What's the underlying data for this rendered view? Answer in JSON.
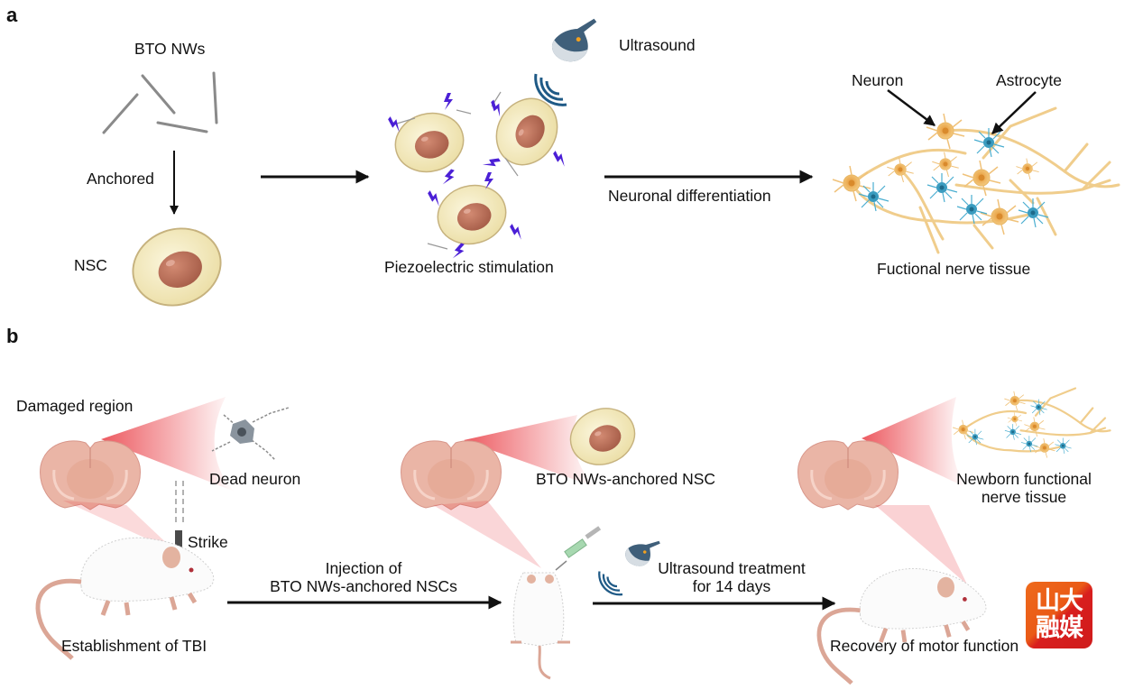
{
  "panels": {
    "a": {
      "letter": "a",
      "nanowires_label": "BTO NWs",
      "anchored_label": "Anchored",
      "nsc_label": "NSC",
      "ultrasound_label": "Ultrasound",
      "stimulation_label": "Piezoelectric stimulation",
      "differentiation_label": "Neuronal differentiation",
      "neuron_label": "Neuron",
      "astrocyte_label": "Astrocyte",
      "tissue_label": "Fuctional nerve tissue"
    },
    "b": {
      "letter": "b",
      "damaged_region_label": "Damaged region",
      "dead_neuron_label": "Dead neuron",
      "strike_label": "Strike",
      "tbi_label": "Establishment of TBI",
      "injection_label_line1": "Injection of",
      "injection_label_line2": "BTO NWs-anchored NSCs",
      "anchored_nsc_label": "BTO NWs-anchored NSC",
      "treatment_label_line1": "Ultrasound treatment",
      "treatment_label_line2": "for 14 days",
      "newborn_label_line1": "Newborn functional",
      "newborn_label_line2": "nerve tissue",
      "recovery_label": "Recovery of motor function"
    }
  },
  "watermark": {
    "line1": "山大",
    "line2": "融媒"
  },
  "colors": {
    "cell_cytoplasm": "#f3ecc4",
    "cell_nucleus": "#c27a63",
    "neuron": "#f0c27a",
    "astrocyte": "#3a9cc0",
    "probe": "#3f5f7a",
    "lightning": "#4b1fd6",
    "highlight_red": "#e8323a",
    "brain": "#eab5a6",
    "watermark_orange": "#ea5a16",
    "watermark_red": "#d81e1e"
  }
}
